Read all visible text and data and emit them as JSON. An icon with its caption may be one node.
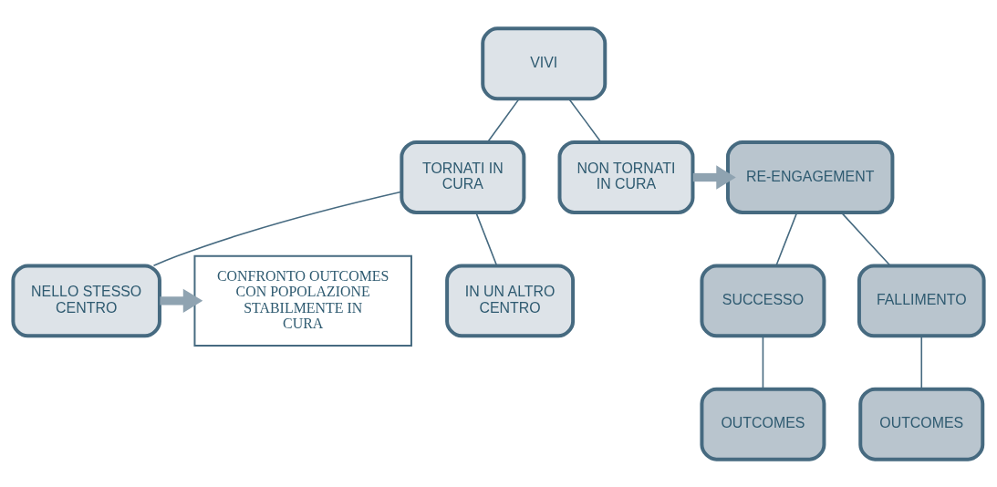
{
  "diagram": {
    "nodes": [
      {
        "text": [
          "VIVI"
        ]
      },
      {
        "text": [
          "TORNATI IN CURA"
        ]
      },
      {
        "text": [
          "NON TORNATI IN CURA"
        ]
      },
      {
        "text": [
          "NELLO STESSO CENTRO"
        ]
      },
      {
        "text": [
          "IN UN ALTRO CENTRO"
        ]
      },
      {
        "text": [
          "CONFRONTO OUTCOMES CON POPOLAZIONE STABILMENTE IN CURA"
        ]
      },
      {
        "text": [
          "RE-ENGAGEMENT"
        ]
      },
      {
        "text": [
          "SUCCESSO"
        ]
      },
      {
        "text": [
          "FALLIMENTO"
        ]
      },
      {
        "text": [
          "OUTCOMES"
        ]
      },
      {
        "text": [
          "OUTCOMES"
        ]
      }
    ],
    "edges": [
      {
        "from": 0,
        "to": 1,
        "arrow": "none"
      },
      {
        "from": 0,
        "to": 2,
        "arrow": "none"
      },
      {
        "from": 1,
        "to": 3,
        "arrow": "none"
      },
      {
        "from": 1,
        "to": 4,
        "arrow": "none"
      },
      {
        "from": 3,
        "to": 5,
        "arrow": "to",
        "style": "thick",
        "color": "#8fa3b1"
      },
      {
        "from": 2,
        "to": 6,
        "arrow": "to",
        "style": "thick",
        "color": "#8fa3b1"
      },
      {
        "from": 6,
        "to": 7,
        "arrow": "none"
      },
      {
        "from": 6,
        "to": 8,
        "arrow": "none"
      },
      {
        "from": 7,
        "to": 9,
        "arrow": "none"
      },
      {
        "from": 8,
        "to": 10,
        "arrow": "none"
      }
    ]
  }
}
